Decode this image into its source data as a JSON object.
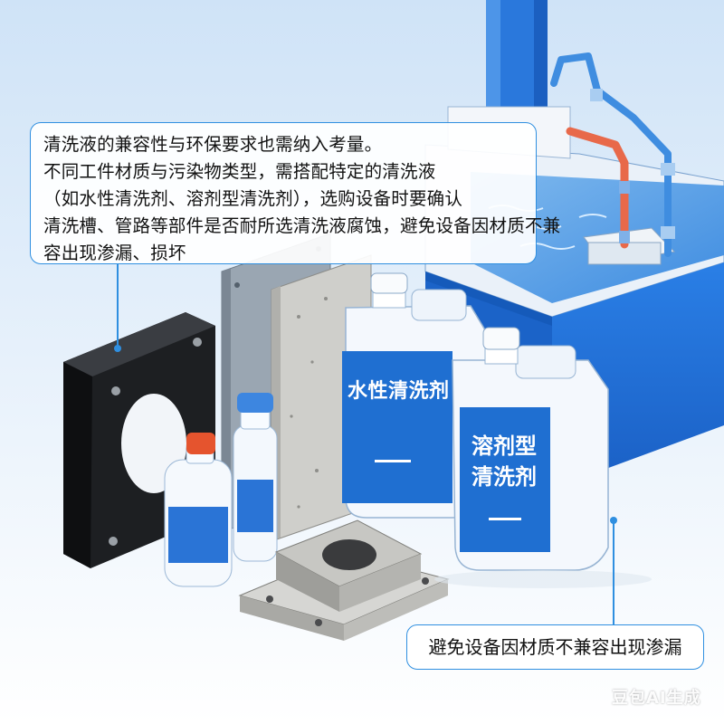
{
  "callout_main": {
    "lines": [
      "清洗液的兼容性与环保要求也需纳入考量。",
      "不同工件材质与污染物类型，需搭配特定的清洗液",
      "（如水性清洗剂、溶剂型清洗剂），选购设备时要确认",
      "清洗槽、管路等部件是否耐所选清洗液腐蚀，避免设备因材质不兼",
      "容出现渗漏、损坏"
    ]
  },
  "callout_small": {
    "text": "避免设备因材质不兼容出现渗漏"
  },
  "jug_water": {
    "label": "水性清洗剂"
  },
  "jug_solvent": {
    "label_line1": "溶剂型",
    "label_line2": "清洗剂"
  },
  "watermark": {
    "text": "豆包AI生成"
  },
  "colors": {
    "accent_blue": "#2f8fe0",
    "tank_blue": "#1e6fd6",
    "pipe_red": "#e8694a",
    "pipe_blue": "#3f8de0",
    "label_blue": "#1f6fd1",
    "cap_orange": "#e5542e"
  }
}
